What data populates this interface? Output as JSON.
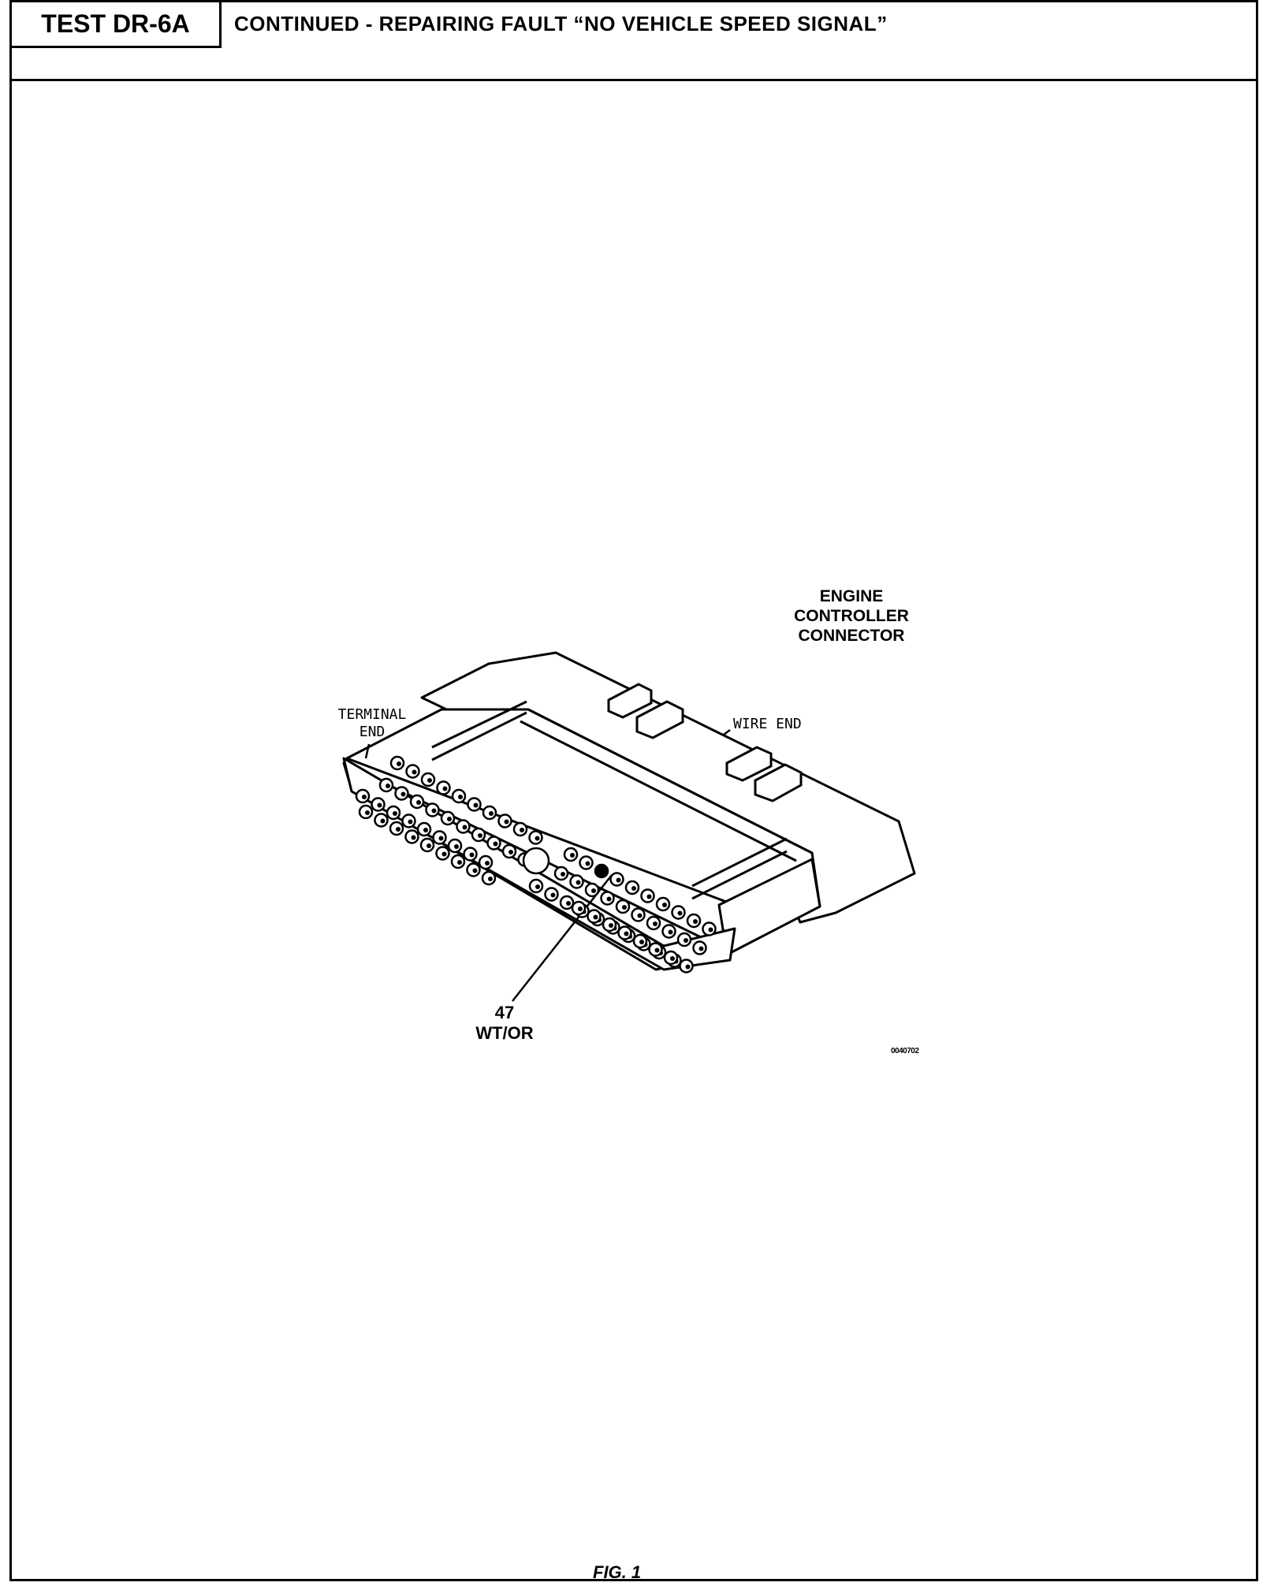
{
  "header": {
    "test_id": "TEST DR-6A",
    "title": "CONTINUED -  REPAIRING FAULT “NO VEHICLE SPEED SIGNAL”"
  },
  "figure": {
    "connector_label": [
      "ENGINE",
      "CONTROLLER",
      "CONNECTOR"
    ],
    "terminal_end_label": [
      "TERMINAL",
      "END"
    ],
    "wire_end_label": "WIRE END",
    "pin_label": [
      "47",
      "WT/OR"
    ],
    "drawing_code": "0040702",
    "caption": "FIG. 1"
  }
}
